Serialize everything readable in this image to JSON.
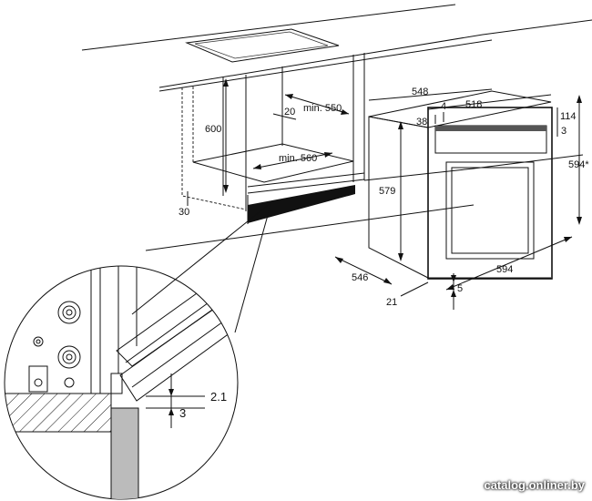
{
  "dimensions": {
    "niche_height": "600",
    "niche_depth": "min. 550",
    "gap_top": "20",
    "niche_width": "min. 560",
    "plinth": "30",
    "oven_depth_top": "548",
    "panel_offset": "4",
    "panel_depth": "518",
    "panel_inset": "38",
    "panel_height": "114",
    "panel_gap": "3",
    "oven_height_total": "594*",
    "oven_body_height": "579",
    "oven_depth_bottom": "546",
    "oven_width": "594",
    "door_depth": "21",
    "bottom_gap": "5",
    "detail_gap_a": "2.1",
    "detail_gap_b": "3"
  },
  "watermark": "catalog.onliner.by"
}
